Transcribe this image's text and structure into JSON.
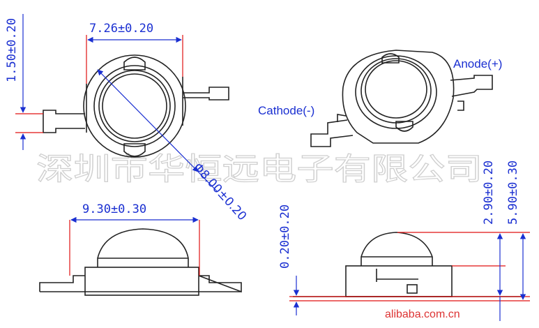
{
  "dimensions": {
    "top_width": "7.26±0.20",
    "height_left": "1.50±0.20",
    "diameter": "Φ8.00±0.20",
    "bottom_width": "9.30±0.30",
    "small_offset": "0.20±0.20",
    "dome_height": "2.90±0.20",
    "total_height": "5.90±0.30"
  },
  "labels": {
    "anode": "Anode(+)",
    "cathode": "Cathode(-)"
  },
  "watermark": "深圳市华恒远电子有限公司",
  "footer": "alibaba.com.cn",
  "colors": {
    "line": "#222222",
    "dimension": "#1a2fd1",
    "extension": "#e01010"
  }
}
